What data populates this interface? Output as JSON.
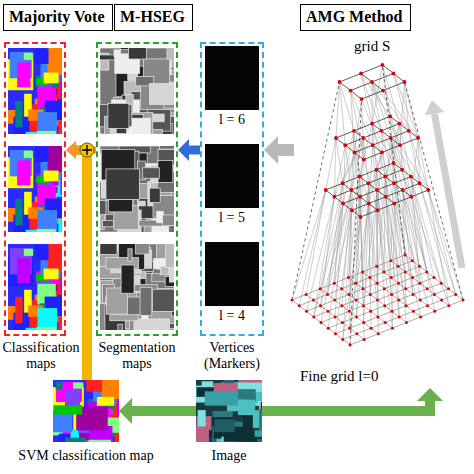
{
  "diagram": {
    "nodes": [
      {
        "text": [
          "Majority Vote"
        ]
      },
      {
        "text": [
          "M-HSEG"
        ]
      },
      {
        "text": [
          "AMG Method"
        ]
      },
      {
        "text": [
          "Classification maps"
        ]
      },
      {
        "text": [
          "Segmentation maps"
        ]
      },
      {
        "text": [
          "Vertices (Markers)"
        ]
      },
      {
        "text": [
          "l = 6"
        ],
        "in": 5
      },
      {
        "text": [
          "l = 5"
        ],
        "in": 5
      },
      {
        "text": [
          "l = 4"
        ],
        "in": 5
      },
      {
        "text": [
          "grid S",
          "Fine grid l=0"
        ]
      },
      {
        "text": [
          "SVM classification map"
        ]
      },
      {
        "text": [
          "Image"
        ]
      }
    ],
    "edges": [
      {
        "from": 9,
        "to": 5,
        "arrow": "to"
      },
      {
        "from": 5,
        "to": 4,
        "arrow": "to"
      },
      {
        "from": 4,
        "to": 3,
        "arrow": "to"
      },
      {
        "from": 10,
        "to": 3,
        "arrow": "to"
      },
      {
        "from": 11,
        "to": 10,
        "arrow": "to"
      },
      {
        "from": 11,
        "to": 9,
        "arrow": "to"
      }
    ]
  }
}
